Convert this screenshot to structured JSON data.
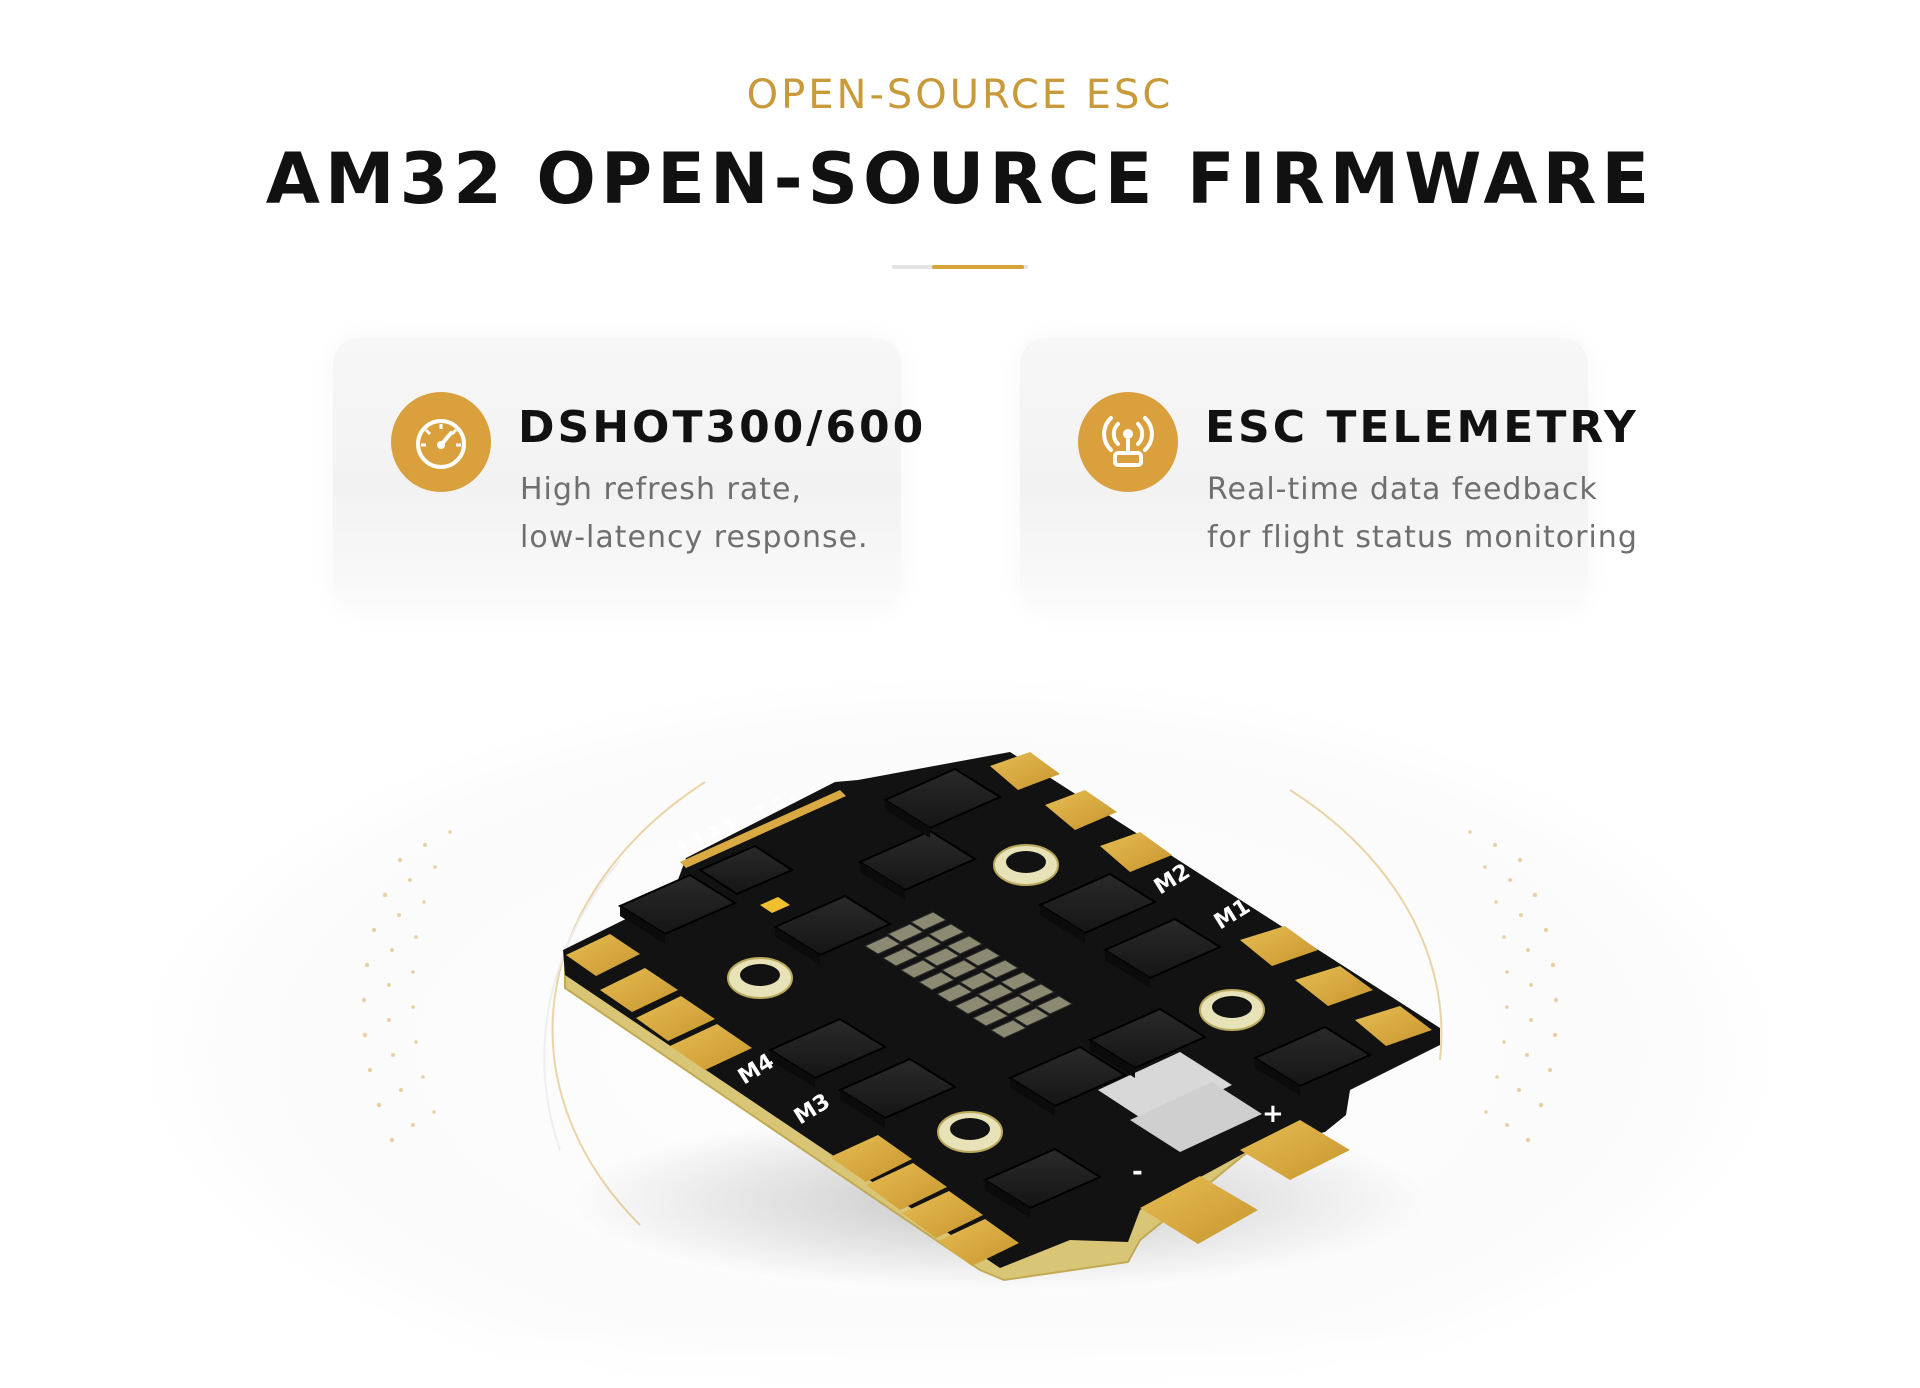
{
  "header": {
    "eyebrow": "OPEN-SOURCE ESC",
    "title": "AM32 OPEN-SOURCE FIRMWARE"
  },
  "features": [
    {
      "icon": "speedometer-icon",
      "title": "DSHOT300/600",
      "lines": [
        "High refresh rate,",
        "low-latency response."
      ]
    },
    {
      "icon": "telemetry-antenna-icon",
      "title": "ESC TELEMETRY",
      "lines": [
        "Real-time data feedback",
        "for flight status monitoring"
      ]
    }
  ],
  "board": {
    "motor_labels": [
      "M1",
      "M2",
      "M3",
      "M4"
    ],
    "pin_labels": [
      "4",
      "3",
      "2",
      "1",
      "T",
      "C",
      "-",
      "+"
    ],
    "power_labels": [
      "+",
      "-"
    ]
  },
  "colors": {
    "accent": "#d9a03d",
    "eyebrow": "#c99a3a",
    "board": "#111111",
    "pad_gold": "#d6a940",
    "pcb_edge": "#d5c26e"
  }
}
